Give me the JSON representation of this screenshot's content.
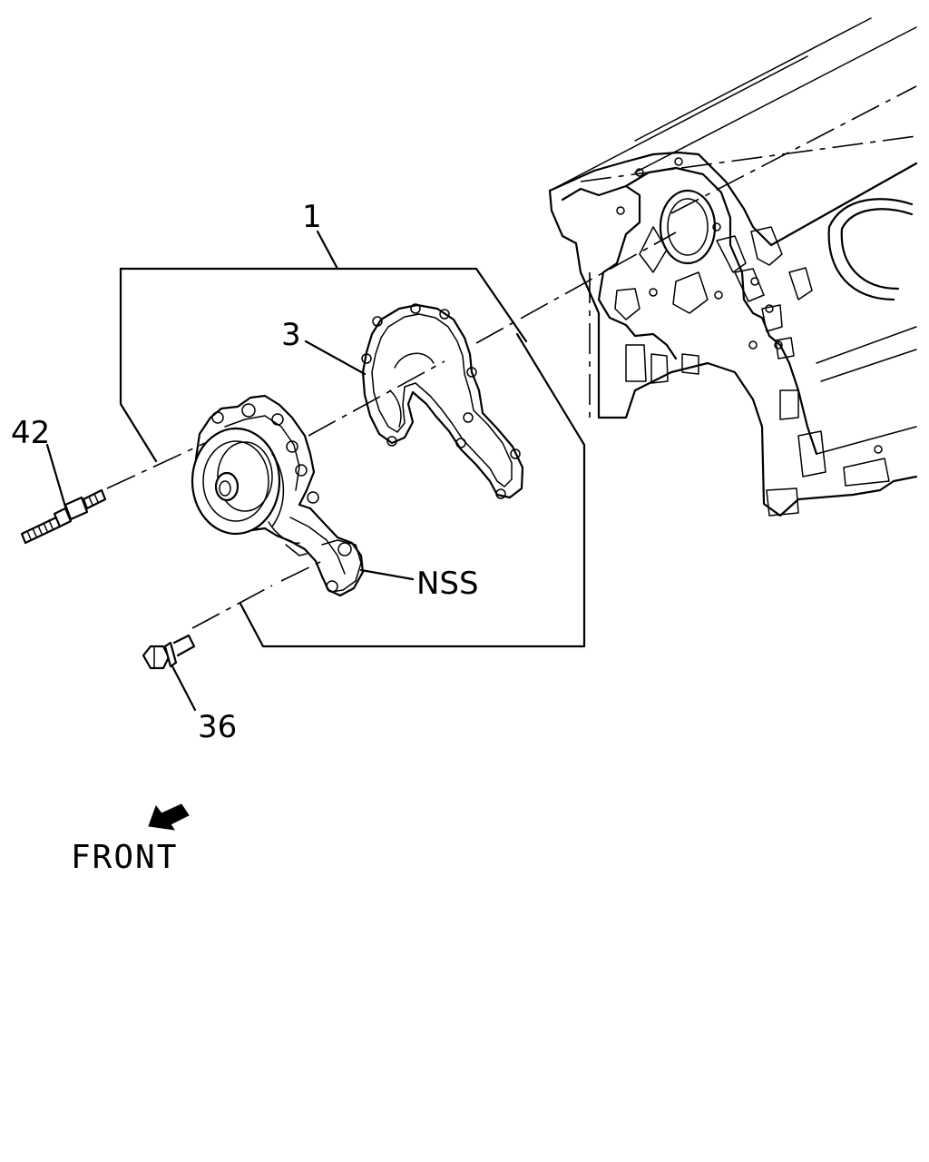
{
  "callouts": {
    "assembly": "1",
    "gasket": "3",
    "stud": "42",
    "bolt": "36",
    "nss": "NSS"
  },
  "direction": {
    "label": "FRONT",
    "icon": "front-arrow-icon"
  }
}
